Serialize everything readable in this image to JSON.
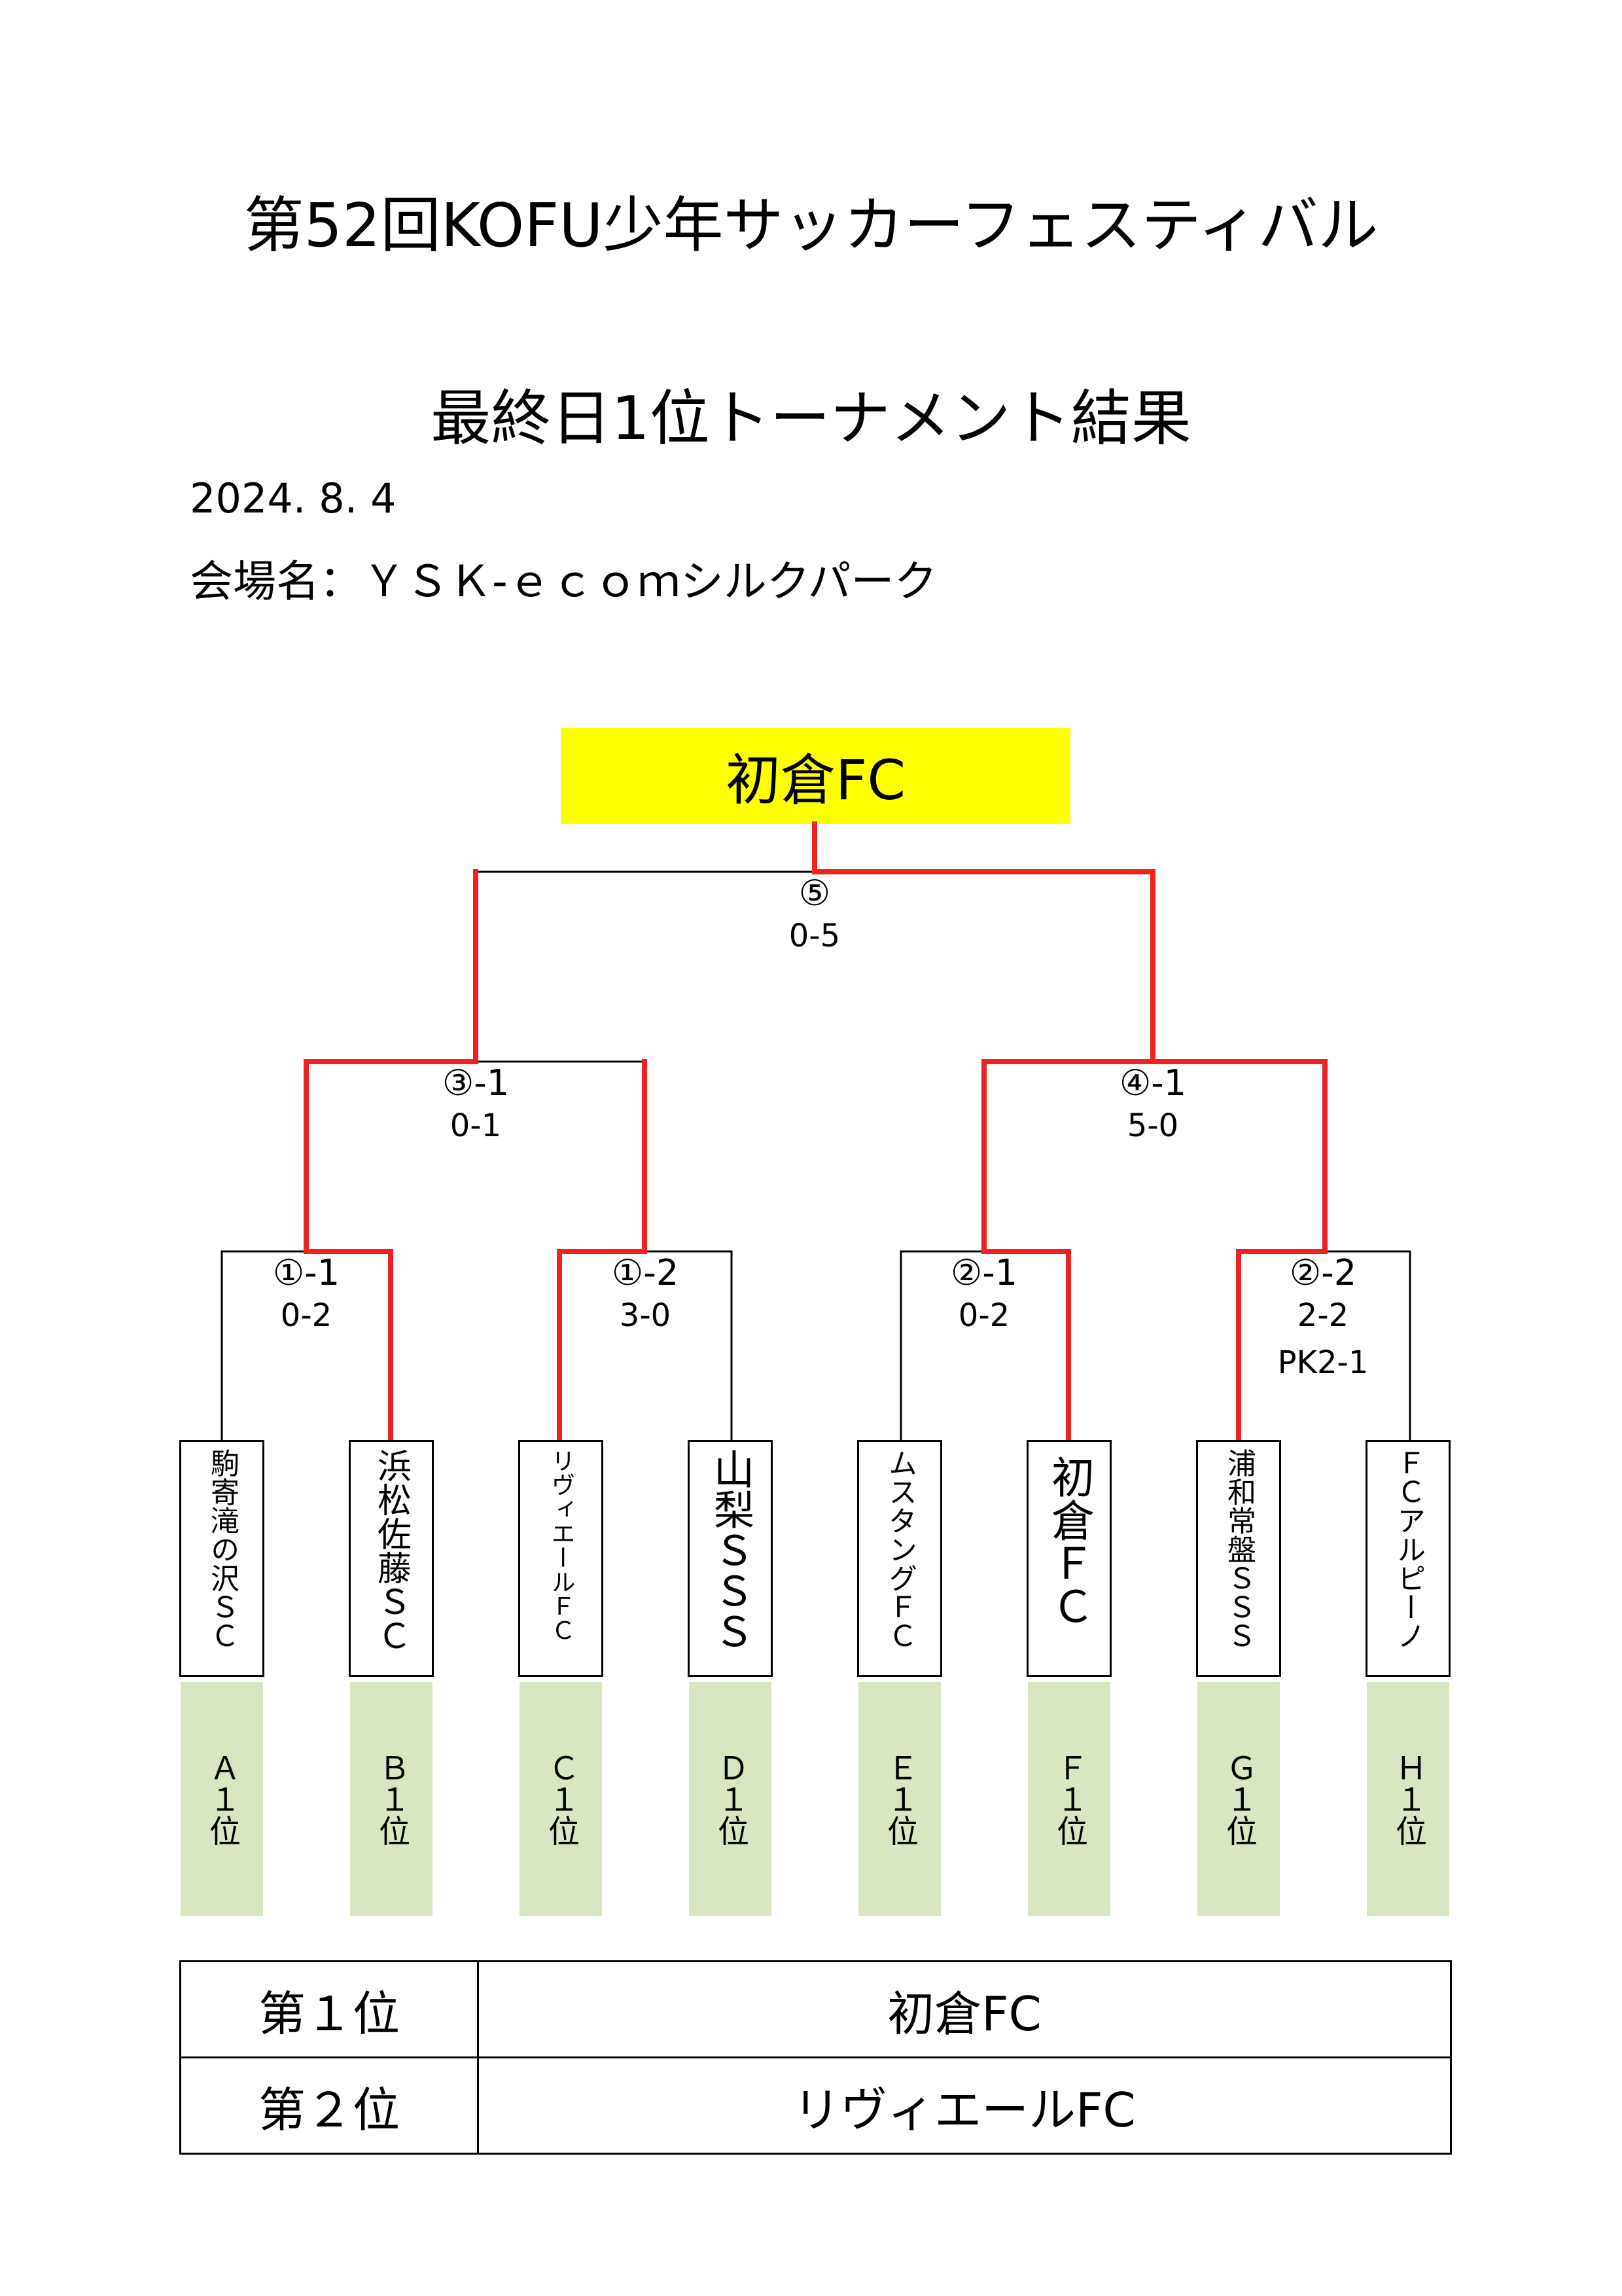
{
  "header": {
    "title": "第52回KOFU少年サッカーフェスティバル",
    "subtitle": "最終日1位トーナメント結果",
    "date": "2024. 8. 4",
    "venue": "会場名：ＹＳＫ-ｅｃｏｍシルクパーク"
  },
  "champion": "初倉FC",
  "colors": {
    "winner_line": "#ee2222",
    "line": "#000000",
    "champion_bg": "#ffff00",
    "seed_bg": "#d9e6c2"
  },
  "matches": {
    "final": {
      "no": "⑤",
      "score": "0-5",
      "pk": ""
    },
    "sf1": {
      "no": "③-1",
      "score": "0-1",
      "pk": ""
    },
    "sf2": {
      "no": "④-1",
      "score": "5-0",
      "pk": ""
    },
    "qf1": {
      "no": "①-1",
      "score": "0-2",
      "pk": ""
    },
    "qf2": {
      "no": "①-2",
      "score": "3-0",
      "pk": ""
    },
    "qf3": {
      "no": "②-1",
      "score": "0-2",
      "pk": ""
    },
    "qf4": {
      "no": "②-2",
      "score": "2-2",
      "pk": "PK2-1"
    }
  },
  "teams": [
    {
      "name": "駒寄滝の沢ＳＣ",
      "seed": "Ａ１位"
    },
    {
      "name": "浜松佐藤ＳＣ",
      "seed": "Ｂ１位"
    },
    {
      "name": "リヴィエールＦＣ",
      "seed": "Ｃ１位"
    },
    {
      "name": "山梨ＳＳＳ",
      "seed": "Ｄ１位"
    },
    {
      "name": "ムスタングＦＣ",
      "seed": "Ｅ１位"
    },
    {
      "name": "初倉ＦＣ",
      "seed": "Ｆ１位"
    },
    {
      "name": "浦和常盤ＳＳＳ",
      "seed": "Ｇ１位"
    },
    {
      "name": "ＦＣアルピーノ",
      "seed": "Ｈ１位"
    }
  ],
  "results": [
    {
      "rank": "第１位",
      "team": "初倉FC"
    },
    {
      "rank": "第２位",
      "team": "リヴィエールFC"
    }
  ]
}
